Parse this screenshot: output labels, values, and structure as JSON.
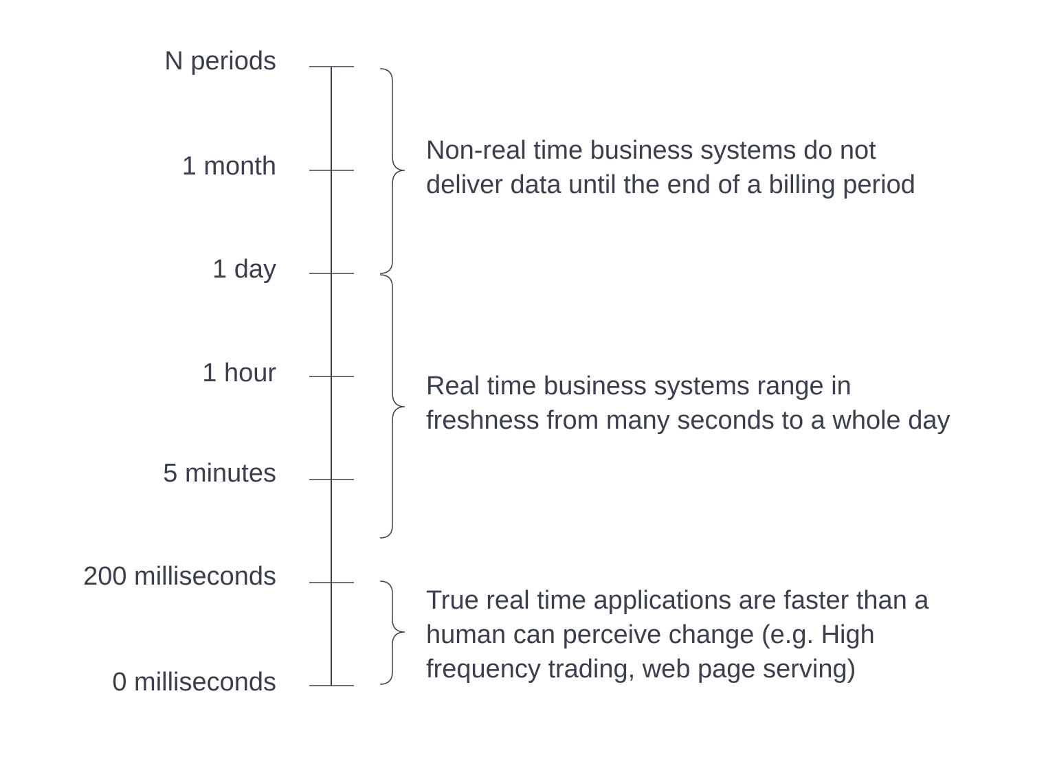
{
  "scale": {
    "ticks": [
      {
        "label": "N periods"
      },
      {
        "label": "1 month"
      },
      {
        "label": "1 day"
      },
      {
        "label": "1 hour"
      },
      {
        "label": "5 minutes"
      },
      {
        "label": "200 milliseconds"
      },
      {
        "label": "0 milliseconds"
      }
    ]
  },
  "descriptions": {
    "non_real_time": {
      "lines": [
        "Non-real time business systems do not",
        "deliver data until the end of a billing period"
      ]
    },
    "real_time": {
      "lines": [
        "Real time business systems range in",
        "freshness from many seconds to a whole day"
      ]
    },
    "true_real_time": {
      "lines": [
        "True real time applications are faster than a",
        "human can perceive change (e.g. High",
        "frequency trading, web page serving)"
      ]
    }
  },
  "colors": {
    "text": "#3a3f4b",
    "line": "#3a3f4b"
  }
}
